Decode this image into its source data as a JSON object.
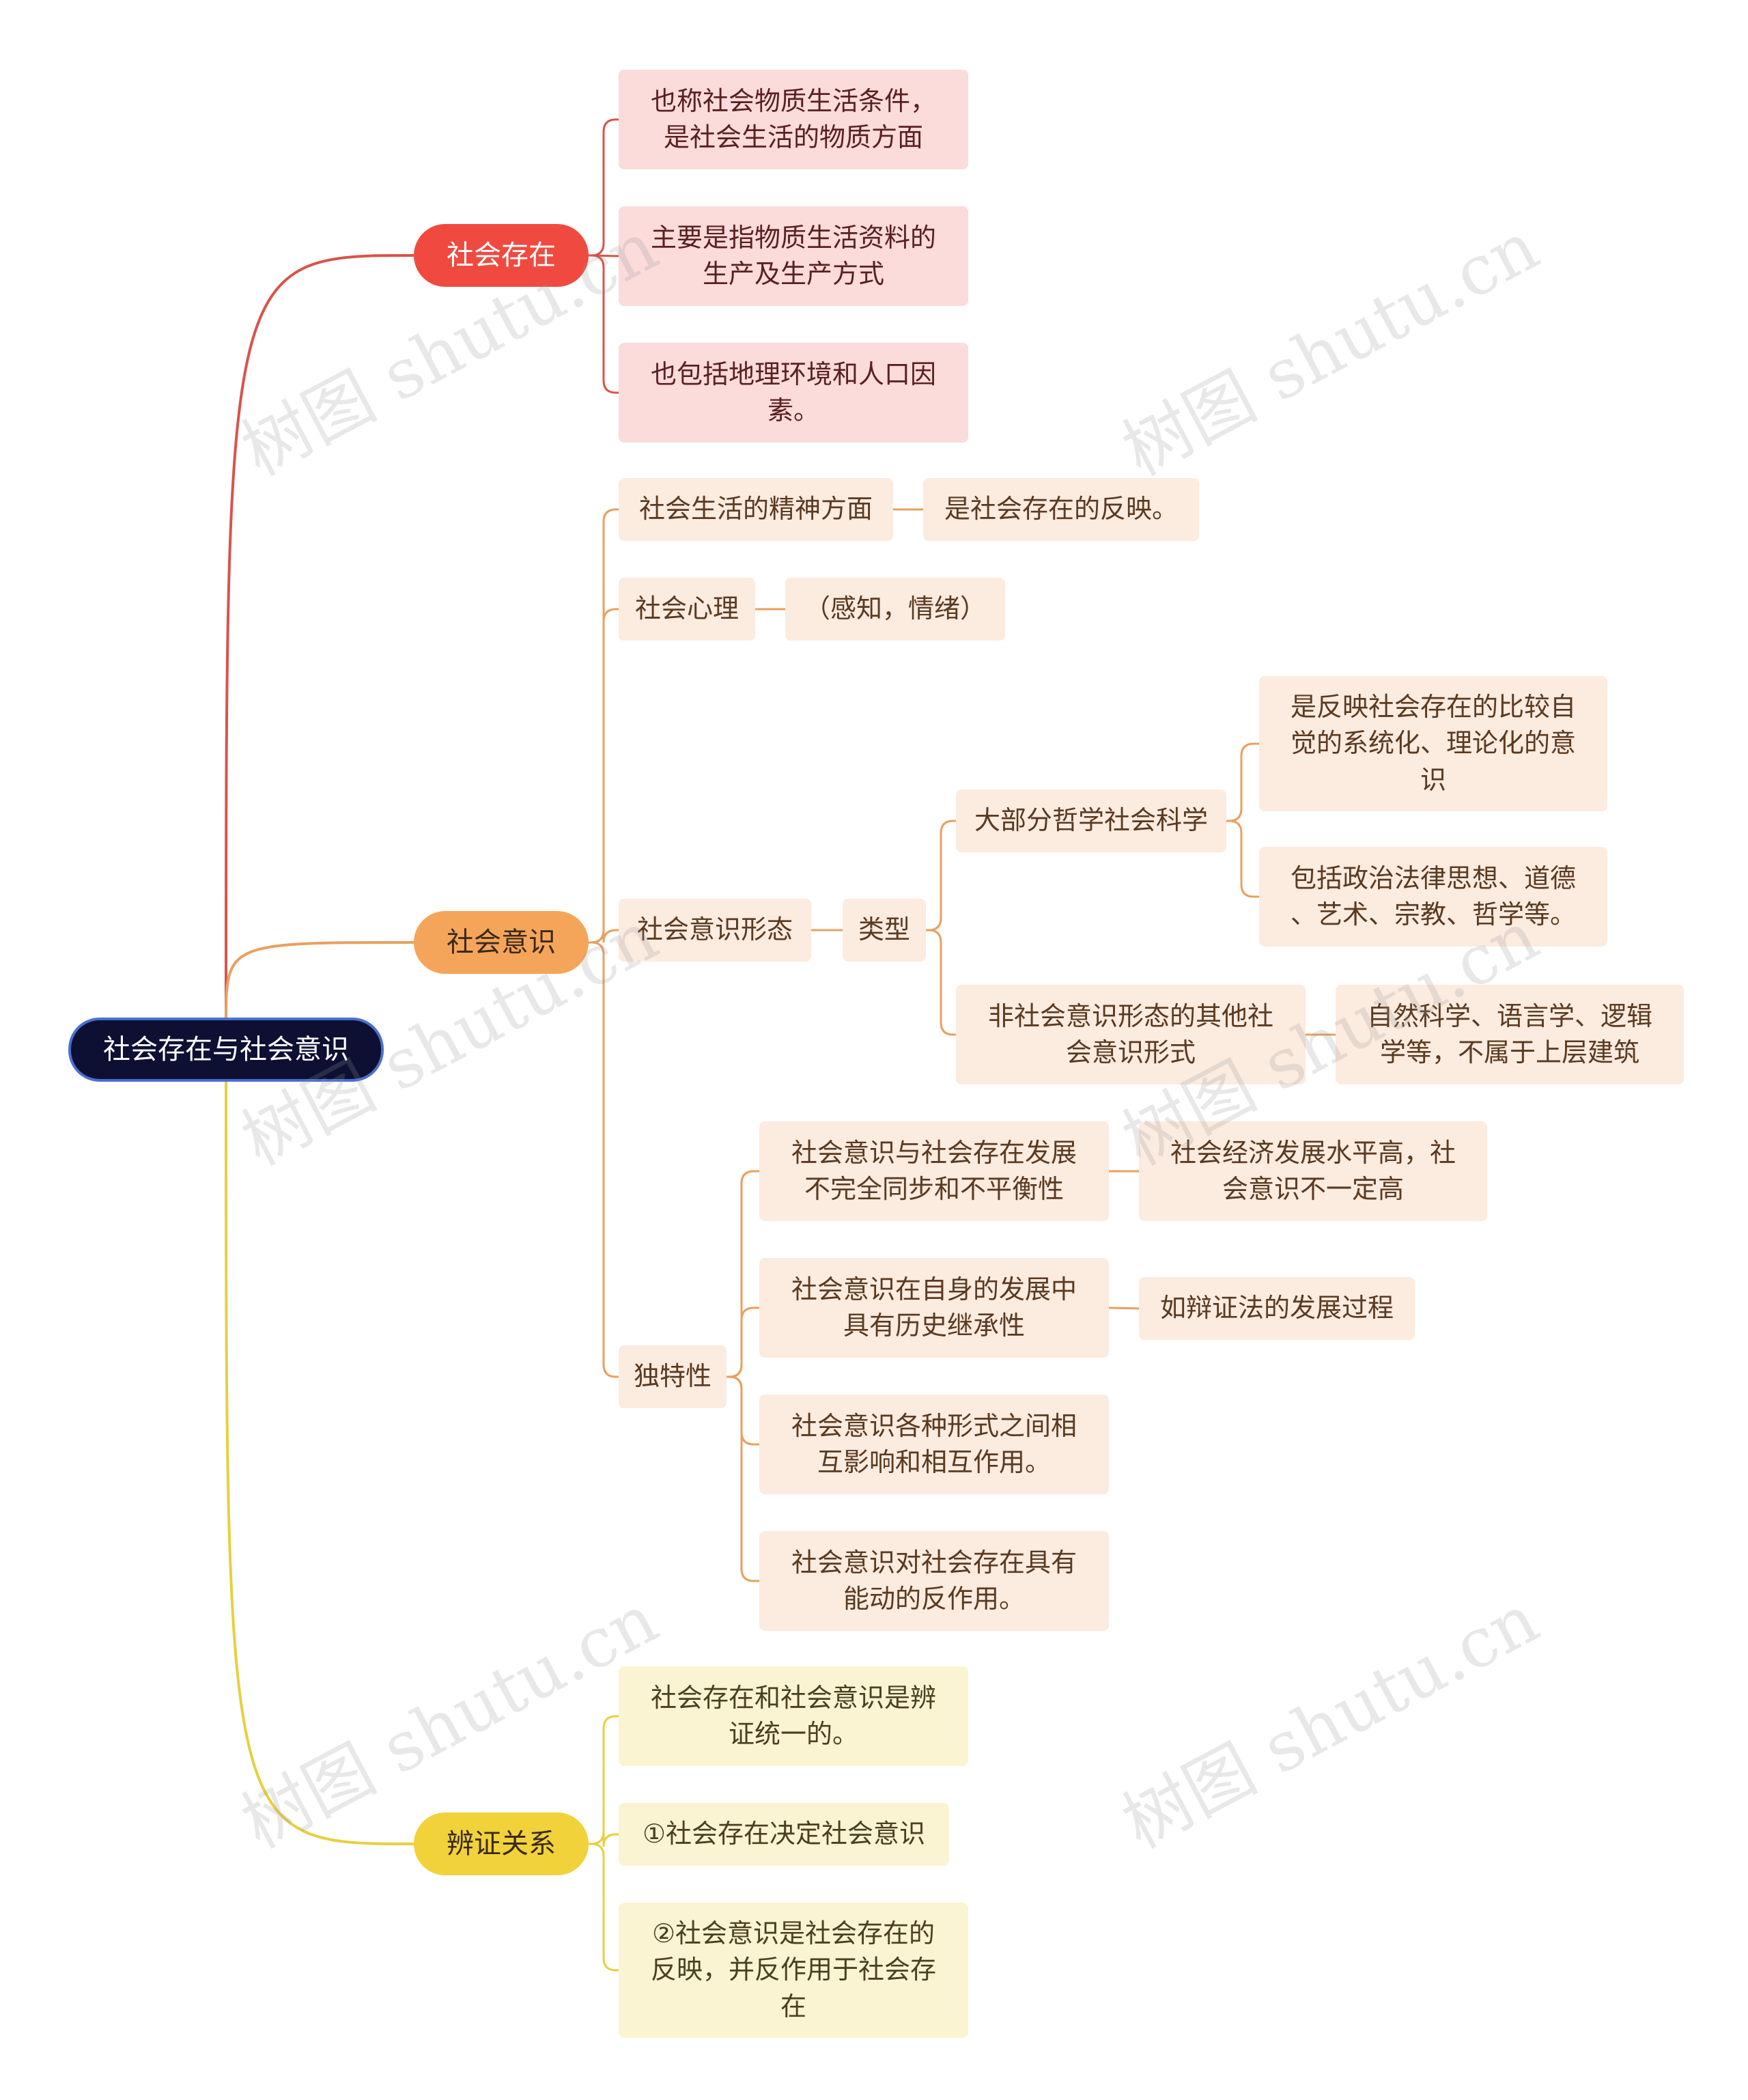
{
  "root": "社会存在与社会意识",
  "branches": {
    "social_existence": {
      "label": "社会存在",
      "children": [
        "也称社会物质生活条件，\n是社会生活的物质方面",
        "主要是指物质生活资料的\n生产及生产方式",
        "也包括地理环境和人口因\n素。"
      ]
    },
    "social_consciousness": {
      "label": "社会意识",
      "spirit": {
        "label": "社会生活的精神方面",
        "child": "是社会存在的反映。"
      },
      "psychology": {
        "label": "社会心理",
        "child": "（感知，情绪）"
      },
      "ideology": {
        "label": "社会意识形态",
        "type": "类型",
        "philosophy": {
          "label": "大部分哲学社会科学",
          "children": [
            "是反映社会存在的比较自\n觉的系统化、理论化的意\n识",
            "包括政治法律思想、道德\n、艺术、宗教、哲学等。"
          ]
        },
        "non_ideology": {
          "label": "非社会意识形态的其他社\n会意识形式",
          "child": "自然科学、语言学、逻辑\n学等，不属于上层建筑"
        }
      },
      "uniqueness": {
        "label": "独特性",
        "children": [
          {
            "label": "社会意识与社会存在发展\n不完全同步和不平衡性",
            "child": "社会经济发展水平高，社\n会意识不一定高"
          },
          {
            "label": "社会意识在自身的发展中\n具有历史继承性",
            "child": "如辩证法的发展过程"
          },
          {
            "label": "社会意识各种形式之间相\n互影响和相互作用。"
          },
          {
            "label": "社会意识对社会存在具有\n能动的反作用。"
          }
        ]
      }
    },
    "dialectic": {
      "label": "辨证关系",
      "children": [
        "社会存在和社会意识是辨\n证统一的。",
        "①社会存在决定社会意识",
        "②社会意识是社会存在的\n反映，并反作用于社会存\n在"
      ]
    }
  },
  "watermark": "树图 shutu.cn",
  "colors": {
    "red": "#d9534a",
    "orange": "#e8a060",
    "yellow": "#e6d040"
  }
}
